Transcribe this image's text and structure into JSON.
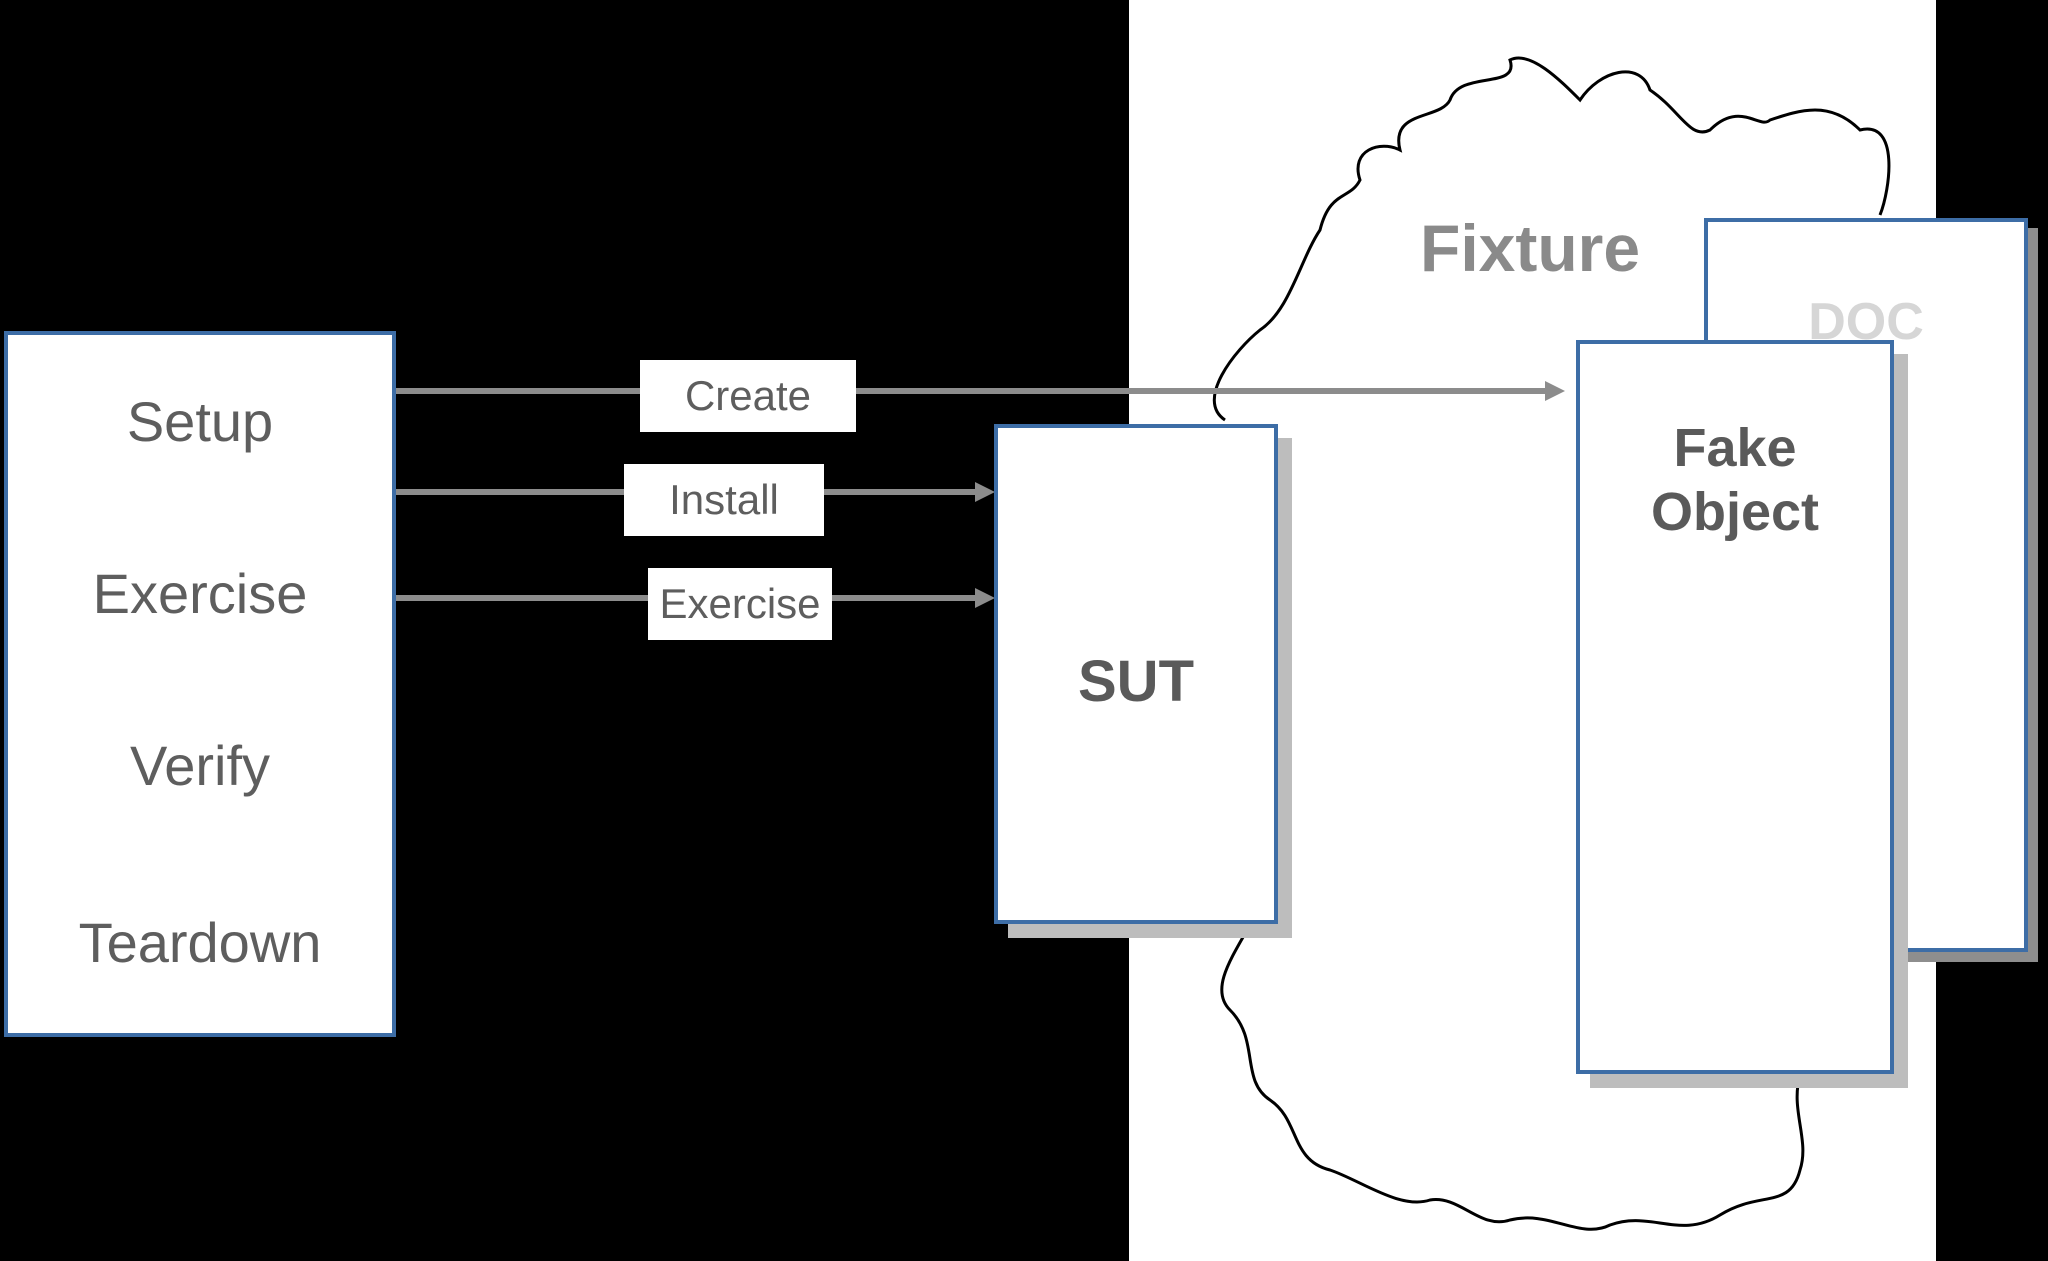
{
  "phases": [
    "Setup",
    "Exercise",
    "Verify",
    "Teardown"
  ],
  "arrows": {
    "create": "Create",
    "install": "Install",
    "exercise": "Exercise"
  },
  "sut": {
    "label": "SUT"
  },
  "fixture": {
    "label": "Fixture"
  },
  "doc": {
    "label": "DOC"
  },
  "fake_object": {
    "label_line1": "Fake",
    "label_line2": "Object"
  },
  "colors": {
    "background": "#000000",
    "box_border": "#3d6da6",
    "arrow": "#8c8c8c",
    "text": "#5e5e5e",
    "shadow": "#bdbdbd"
  }
}
